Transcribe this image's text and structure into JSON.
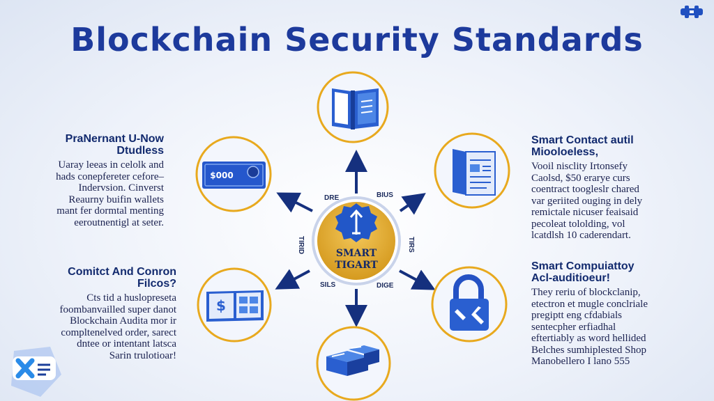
{
  "title": "Blockchain Security Standards",
  "center": {
    "line1": "SMART",
    "line2": "TIGART"
  },
  "ring_labels": [
    "DRE",
    "BIUS",
    "TIRID",
    "TIRS",
    "SILS",
    "DIGE"
  ],
  "blocks": {
    "top_left": {
      "title": "PraNernant U-Now\nDtudless",
      "body": "Uaray leeas in celolk and\nhads conepfereter cefore–\nIndervsion. Cinverst\nReaurny buifin wallets\nmant fer dormtal menting\neeroutnentigl at seter."
    },
    "bottom_left": {
      "title": "Comitct And Conron\nFilcos?",
      "body": "Cts tid a huslopreseta\nfoombanvailled super danot\nBlockchain Audita mor ir\ncompltenelved order, sarect\ndntee or intentant latsca\nSarin trulotioar!"
    },
    "top_right": {
      "title": "Smart Contact autil\nMiooloeless,",
      "body": "Vooil nisclity Irtonsefy\nCaolsd, $50 erarye curs\ncoentract toogleslr chared\nvar geriited ouging in dely\nremictale nicuser feaisaid\npecoleat tololding, vol\nlcatdlsh 10 caderendart."
    },
    "bottom_right": {
      "title": "Smart Compuiattoy\nAcl-auditioeur!",
      "body": "They reriu of blockclanip,\netectron et mugle conclriale\npregiptt eng cfdabials\nsentecpher erfiadhal\neftertiably as word hellided\nBelches sumhiplested Shop\nManobellero I lano 555"
    }
  },
  "icons": {
    "top": "open-book-icon",
    "top_left": "banknote-icon",
    "top_right": "document-icon",
    "bottom_right": "padlock-icon",
    "bottom": "crypto-boxes-icon",
    "bottom_left": "ledger-book-icon"
  },
  "icon_texts": {
    "banknote": "$000"
  },
  "colors": {
    "title": "#1d3a9c",
    "accent_blue": "#2355c9",
    "dark_blue": "#15307e",
    "gold_ring": "#e8a91e",
    "center_gold": "#e0ad36"
  }
}
